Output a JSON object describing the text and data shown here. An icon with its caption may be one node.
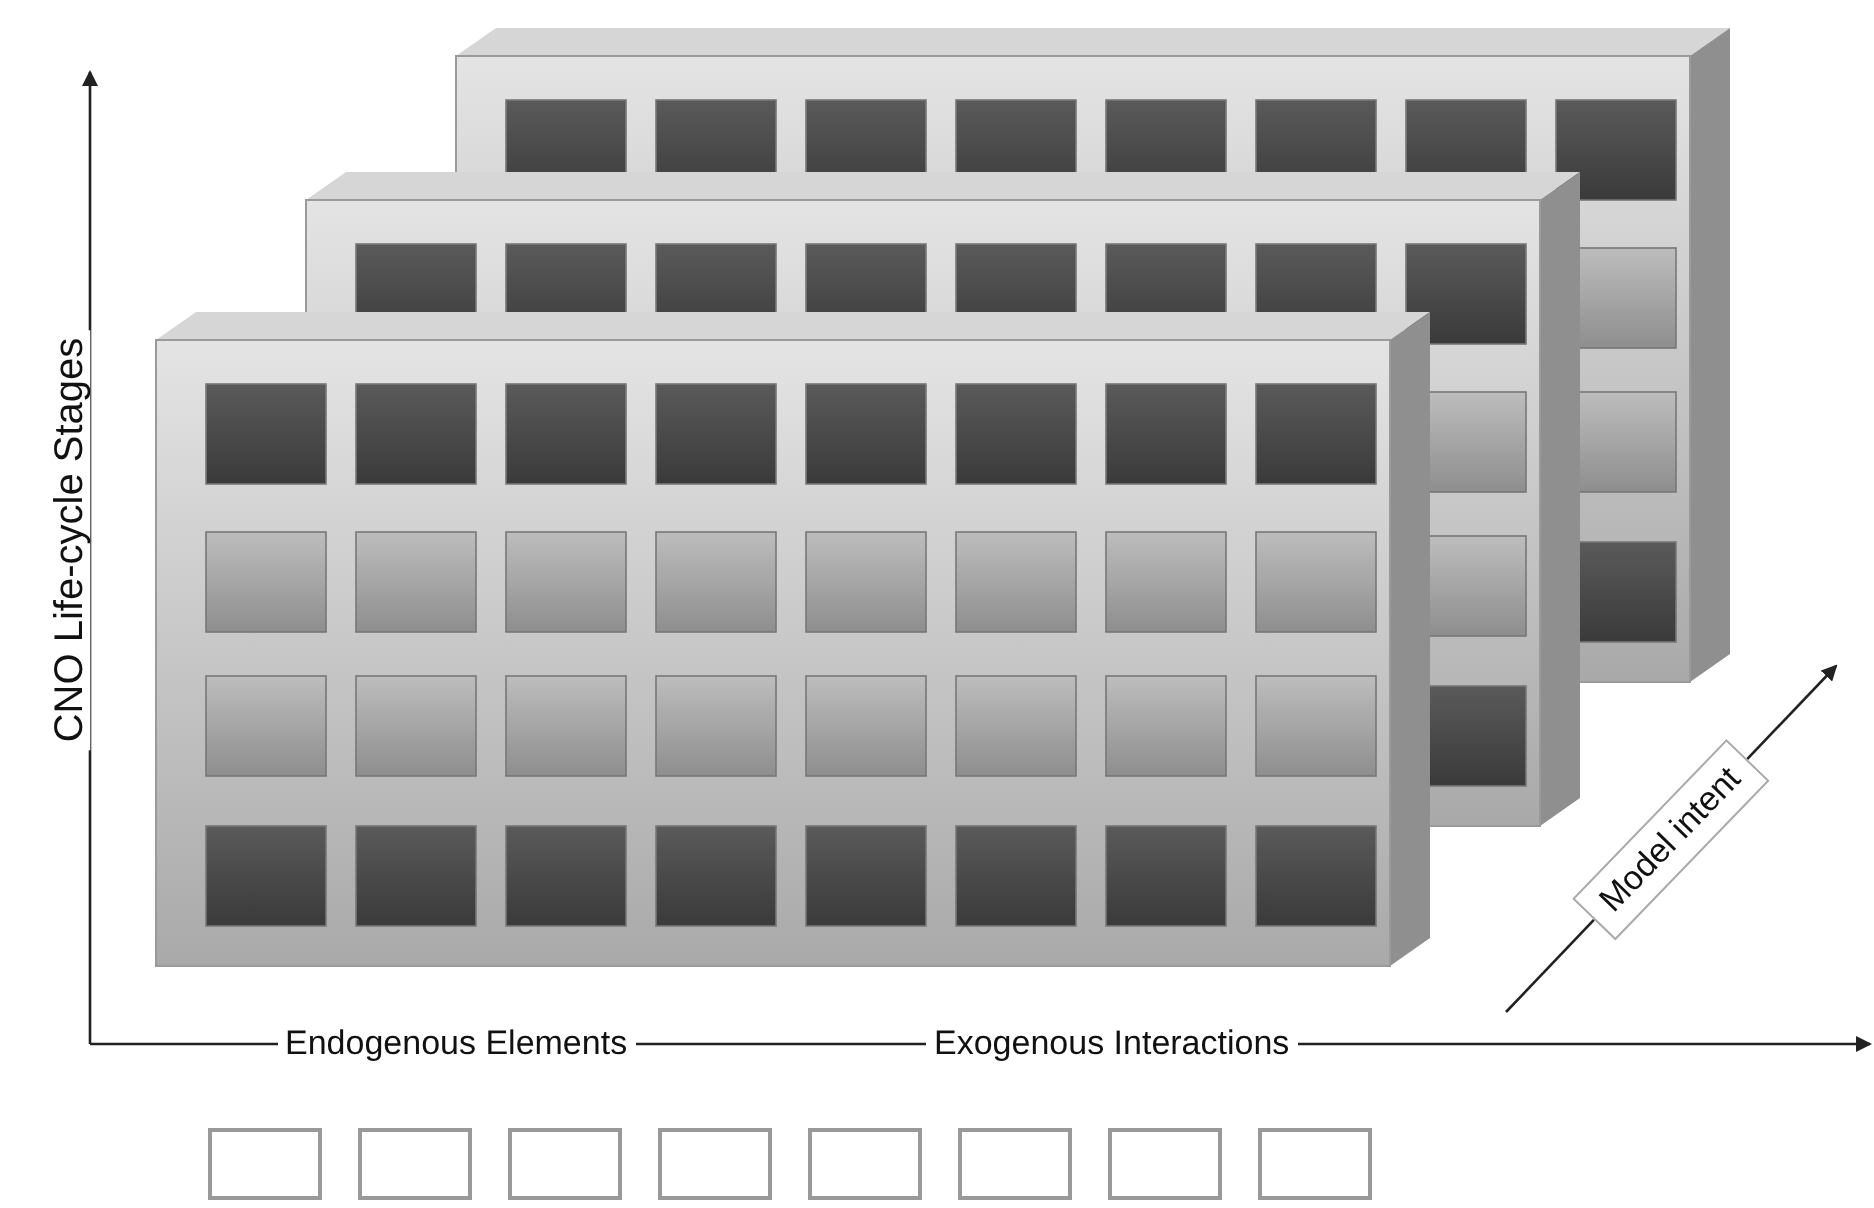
{
  "diagram": {
    "labels": [
      "CNO Life-cycle Stages",
      "Endogenous Elements",
      "Exogenous Interactions",
      "Model intent"
    ]
  }
}
